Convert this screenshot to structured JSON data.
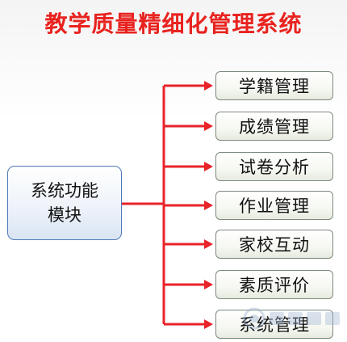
{
  "title": "教学质量精细化管理系统",
  "root": {
    "label": "系统功能模块"
  },
  "modules": [
    "学籍管理",
    "成绩管理",
    "试卷分析",
    "作业管理",
    "家校互动",
    "素质评价",
    "系统管理"
  ],
  "colors": {
    "title": "#e8231f",
    "connector": "#e8232a",
    "root_border": "#4d79b8",
    "module_border": "#7d8a7d"
  },
  "watermark": {
    "description": "logo"
  }
}
